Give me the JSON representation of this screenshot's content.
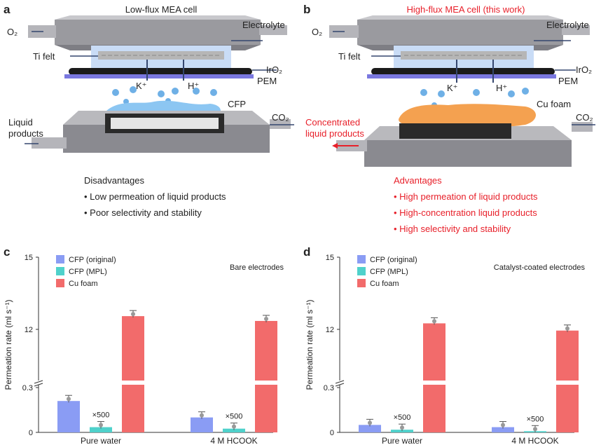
{
  "panel_a": {
    "letter": "a",
    "title": "Low-flux MEA cell",
    "labels": {
      "o2": "O₂",
      "electrolyte": "Electrolyte",
      "ti_felt": "Ti felt",
      "iro2": "IrO₂",
      "pem": "PEM",
      "k_ion": "K⁺",
      "h_ion": "H⁺",
      "cfp": "CFP",
      "co2": "CO₂",
      "liquid_products": "Liquid products"
    },
    "list_title": "Disadvantages",
    "list": [
      "• Low permeation of liquid products",
      "• Poor selectivity and stability"
    ]
  },
  "panel_b": {
    "letter": "b",
    "title": "High-flux MEA cell (this work)",
    "labels": {
      "o2": "O₂",
      "electrolyte": "Electrolyte",
      "ti_felt": "Ti felt",
      "iro2": "IrO₂",
      "pem": "PEM",
      "k_ion": "K⁺",
      "h_ion": "H⁺",
      "cu_foam": "Cu foam",
      "co2": "CO₂",
      "concentrated": "Concentrated liquid products"
    },
    "list_title": "Advantages",
    "list": [
      "• High permeation of liquid products",
      "• High-concentration liquid products",
      "• High selectivity and stability"
    ]
  },
  "chart_data": [
    {
      "type": "bar",
      "panel": "c",
      "subtitle": "Bare electrodes",
      "ylabel": "Permeation rate (ml s⁻¹)",
      "categories": [
        "Pure water",
        "4 M HCOOK"
      ],
      "y_axis_broken": true,
      "ylim_lower": [
        0,
        0.3
      ],
      "ylim_upper": [
        12,
        15
      ],
      "yticks": [
        "0",
        "0.3",
        "12",
        "15"
      ],
      "series": [
        {
          "name": "CFP (original)",
          "color": "#8a9cf4",
          "values": [
            0.21,
            0.1
          ]
        },
        {
          "name": "CFP (MPL)",
          "color": "#4fd1cb",
          "values": [
            0.035,
            0.025
          ],
          "annotation": "×500"
        },
        {
          "name": "Cu foam",
          "color": "#f26b6b",
          "values": [
            12.55,
            12.35
          ]
        }
      ],
      "annotations": [
        "×500",
        "×500"
      ],
      "legend": "top-left"
    },
    {
      "type": "bar",
      "panel": "d",
      "subtitle": "Catalyst-coated electrodes",
      "ylabel": "Permeation rate (ml s⁻¹)",
      "categories": [
        "Pure water",
        "4 M HCOOK"
      ],
      "y_axis_broken": true,
      "ylim_lower": [
        0,
        0.3
      ],
      "ylim_upper": [
        12,
        15
      ],
      "yticks": [
        "0",
        "0.3",
        "12",
        "15"
      ],
      "series": [
        {
          "name": "CFP (original)",
          "color": "#8a9cf4",
          "values": [
            0.05,
            0.035
          ]
        },
        {
          "name": "CFP (MPL)",
          "color": "#4fd1cb",
          "values": [
            0.018,
            0.008
          ],
          "annotation": "×500"
        },
        {
          "name": "Cu foam",
          "color": "#f26b6b",
          "values": [
            12.25,
            11.95
          ]
        }
      ],
      "annotations": [
        "×500",
        "×500"
      ],
      "legend": "top-left"
    }
  ],
  "panel_letters": {
    "c": "c",
    "d": "d"
  }
}
